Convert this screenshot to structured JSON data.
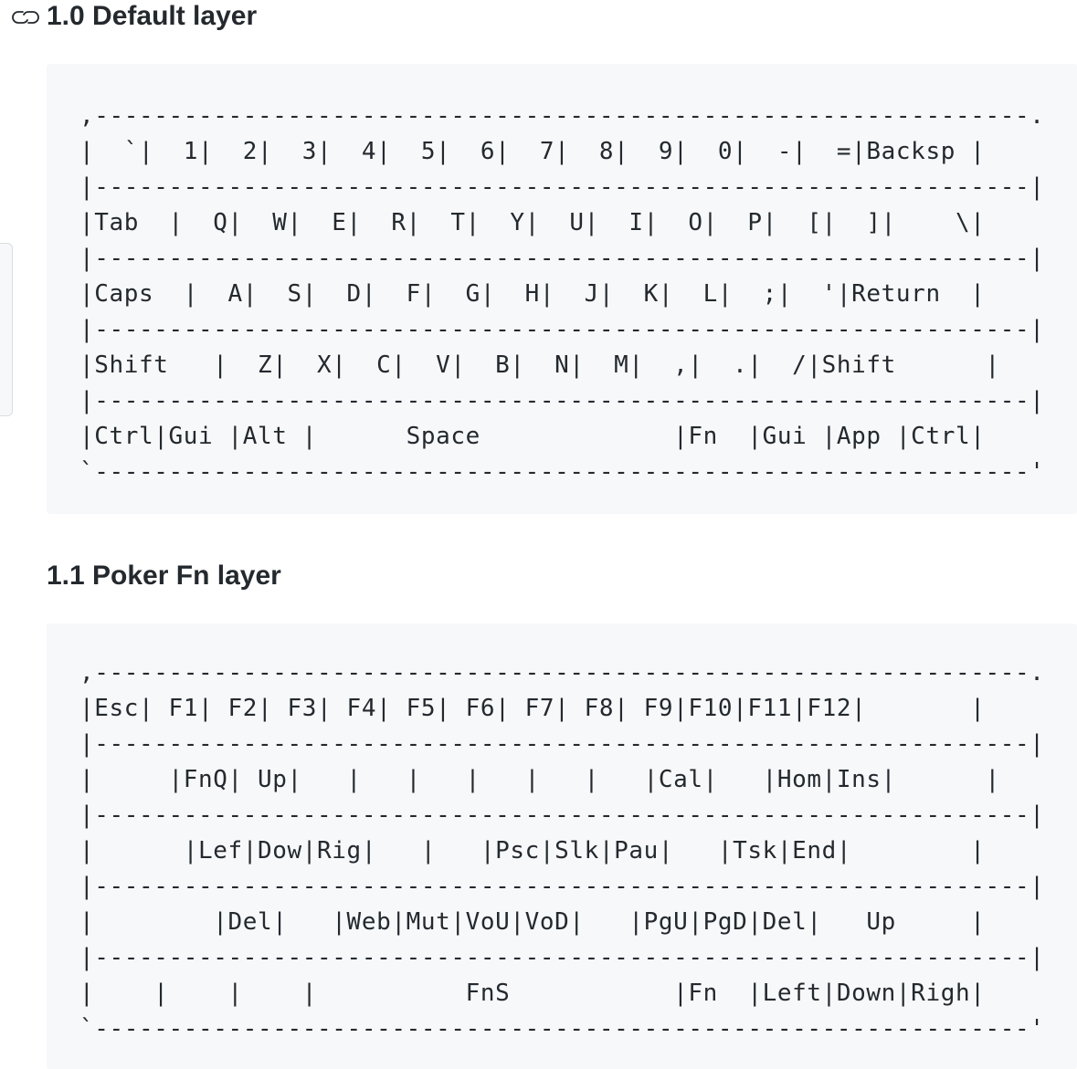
{
  "sections": [
    {
      "title": "1.0 Default layer",
      "layout": [
        ",---------------------------------------------------------------.",
        "|  `|  1|  2|  3|  4|  5|  6|  7|  8|  9|  0|  -|  =|Backsp |",
        "|---------------------------------------------------------------|",
        "|Tab  |  Q|  W|  E|  R|  T|  Y|  U|  I|  O|  P|  [|  ]|    \\|",
        "|---------------------------------------------------------------|",
        "|Caps  |  A|  S|  D|  F|  G|  H|  J|  K|  L|  ;|  '|Return  |",
        "|---------------------------------------------------------------|",
        "|Shift   |  Z|  X|  C|  V|  B|  N|  M|  ,|  .|  /|Shift      |",
        "|---------------------------------------------------------------|",
        "|Ctrl|Gui |Alt |      Space             |Fn  |Gui |App |Ctrl|",
        "`---------------------------------------------------------------'"
      ]
    },
    {
      "title": "1.1 Poker Fn layer",
      "layout": [
        ",---------------------------------------------------------------.",
        "|Esc| F1| F2| F3| F4| F5| F6| F7| F8| F9|F10|F11|F12|       |",
        "|---------------------------------------------------------------|",
        "|     |FnQ| Up|   |   |   |   |   |   |Cal|   |Hom|Ins|      |",
        "|---------------------------------------------------------------|",
        "|      |Lef|Dow|Rig|   |   |Psc|Slk|Pau|   |Tsk|End|        |",
        "|---------------------------------------------------------------|",
        "|        |Del|   |Web|Mut|VoU|VoD|   |PgU|PgD|Del|   Up     |",
        "|---------------------------------------------------------------|",
        "|    |    |    |          FnS           |Fn  |Left|Down|Righ|",
        "`---------------------------------------------------------------'"
      ]
    }
  ]
}
